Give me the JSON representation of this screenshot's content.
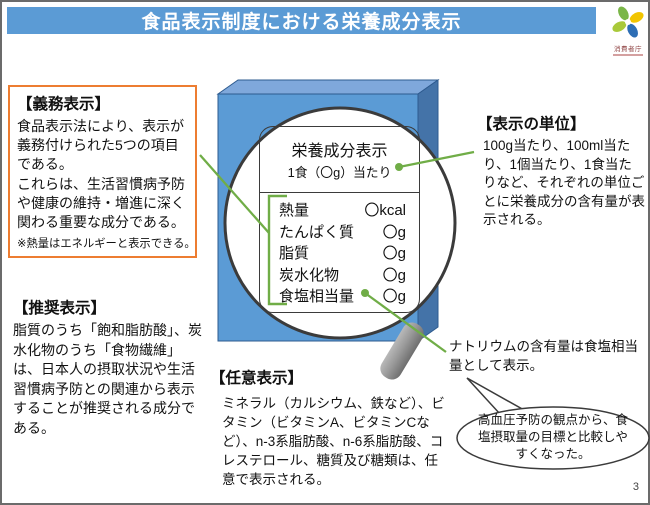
{
  "slide": {
    "title": "食品表示制度における栄養成分表示",
    "page_number": "3",
    "logo": {
      "agency": "消費者庁"
    },
    "colors": {
      "header_blue": "#5B9BD5",
      "box_front_blue": "#5B9BD5",
      "box_top_blue": "#7FA8DB",
      "box_side_blue": "#4473A8",
      "mandatory_orange": "#ED7D31",
      "connector_green": "#70AD47"
    }
  },
  "mandatory": {
    "heading": "【義務表示】",
    "body1": "食品表示法により、表示が義務付けられた5つの項目である。",
    "body2": "これらは、生活習慣病予防や健康の維持・増進に深く関わる重要な成分である。",
    "note": "※熱量はエネルギーと表示できる。"
  },
  "recommended": {
    "heading": "【推奨表示】",
    "body": "脂質のうち「飽和脂肪酸」、炭水化物のうち「食物繊維」は、日本人の摂取状況や生活習慣病予防との関連から表示することが推奨される成分である。"
  },
  "units": {
    "heading": "【表示の単位】",
    "body": "100g当たり、100ml当たり、1個当たり、1食当たりなど、それぞれの単位ごとに栄養成分の含有量が表示される。"
  },
  "voluntary": {
    "heading": "【任意表示】",
    "body": "ミネラル（カルシウム、鉄など）、ビタミン（ビタミンA、ビタミンCなど）、n-3系脂肪酸、n-6系脂肪酸、コレステロール、糖質及び糖類は、任意で表示される。"
  },
  "label": {
    "title": "栄養成分表示",
    "serving": "1食（〇g）当たり",
    "rows": [
      {
        "name": "熱量",
        "value": "〇kcal"
      },
      {
        "name": "たんぱく質",
        "value": "〇g"
      },
      {
        "name": "脂質",
        "value": "〇g"
      },
      {
        "name": "炭水化物",
        "value": "〇g"
      },
      {
        "name": "食塩相当量",
        "value": "〇g"
      }
    ]
  },
  "sodium_note": "ナトリウムの含有量は食塩相当量として表示。",
  "bubble": {
    "text": "高血圧予防の観点から、食塩摂取量の目標と比較しやすくなった。"
  }
}
